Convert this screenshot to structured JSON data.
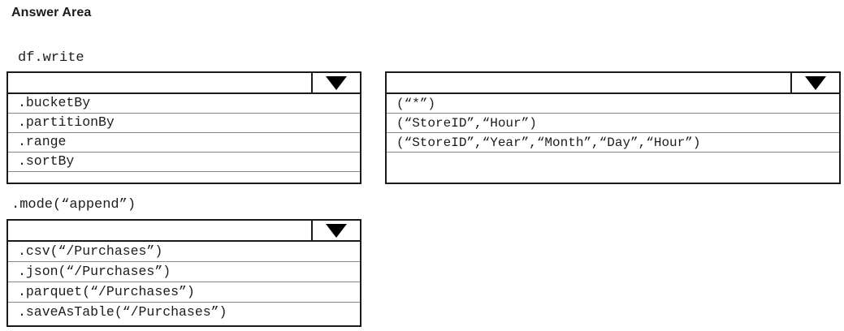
{
  "page": {
    "title": "Answer Area"
  },
  "labels": {
    "df_write": "df.write",
    "mode_append": ".mode(“append”)"
  },
  "icons": {
    "dropdown_arrow": "chevron-down-icon"
  },
  "dropdowns": [
    {
      "id": "write-method",
      "selected": "",
      "options": [
        ".bucketBy",
        ".partitionBy",
        ".range",
        ".sortBy"
      ]
    },
    {
      "id": "columns-argument",
      "selected": "",
      "options": [
        "(“*”)",
        "(“StoreID”,“Hour”)",
        "(“StoreID”,“Year”,“Month”,“Day”,“Hour”)"
      ]
    },
    {
      "id": "output-format",
      "selected": "",
      "options": [
        ".csv(“/Purchases”)",
        ".json(“/Purchases”)",
        ".parquet(“/Purchases”)",
        ".saveAsTable(“/Purchases”)"
      ]
    }
  ],
  "colors": {
    "border": "#1a1a1a",
    "row_divider": "#8a8a8a",
    "text": "#1c1c1c",
    "background": "#ffffff"
  }
}
